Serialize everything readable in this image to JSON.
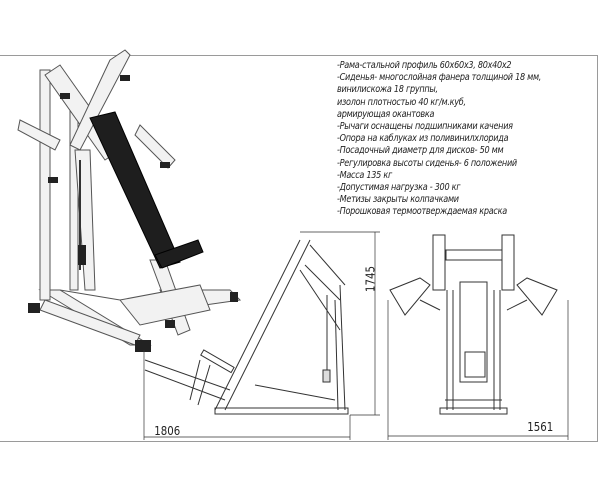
{
  "specs": [
    "-Рама-стальной профиль 60х60х3, 80х40х2",
    "-Сиденья- многослойная фанера толщиной 18 мм,",
    "винилискожа 18 группы,",
    "изолон плотностью 40 кг/м.куб,",
    "армирующая окантовка",
    "-Рычаги оснащены подшипниками качения",
    "-Опора на каблуках из поливинилхлорида",
    "-Посадочный диаметр для дисков- 50 мм",
    "-Регулировка высоты сиденья- 6 положений",
    "-Масса 135 кг",
    "-Допустимая нагрузка - 300 кг",
    "-Метизы закрыты колпачками",
    "-Порошковая термоотверждаемая краска"
  ],
  "dimensions": {
    "length": "1806",
    "height": "1745",
    "width": "1561"
  },
  "colors": {
    "frame": "#f2f2f2",
    "upholstery": "#1e1e1e",
    "line": "#333333"
  }
}
